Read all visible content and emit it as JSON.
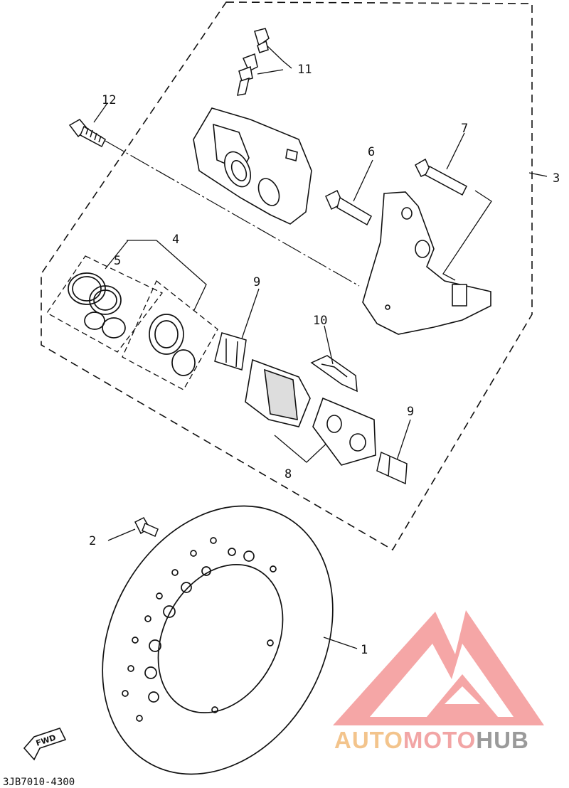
{
  "callouts": {
    "c1": "1",
    "c2": "2",
    "c3": "3",
    "c4": "4",
    "c5": "5",
    "c6": "6",
    "c7": "7",
    "c8": "8",
    "c9a": "9",
    "c9b": "9",
    "c10": "10",
    "c11": "11",
    "c12": "12"
  },
  "fwd_label": "FWD",
  "diagram_code": "3JB7010-4300",
  "watermark": {
    "auto": "AUTO",
    "moto": "MOTO",
    "hub": "HUB",
    "color": "#f4a3a3"
  }
}
